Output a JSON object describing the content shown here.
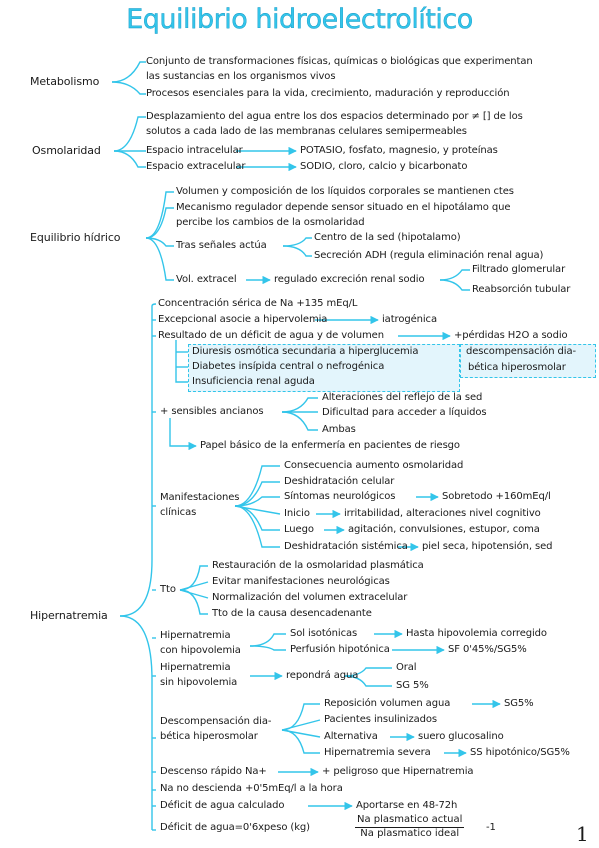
{
  "title": "Equilibrio hidroelectrolítico",
  "page_number": "1",
  "colors": {
    "accent": "#33c5ea",
    "text": "#1a1a1a",
    "highlight": "#e3f5fc"
  },
  "metabolismo": {
    "label": "Metabolismo",
    "def1": "Conjunto de transformaciones físicas, químicas o biológicas que experimentan",
    "def1b": "las sustancias en los organismos vivos",
    "def2": "Procesos esenciales para la vida, crecimiento, maduración y reproducción"
  },
  "osmolaridad": {
    "label": "Osmolaridad",
    "def1": "Desplazamiento del agua entre los dos espacios determinado por ≠ [] de los",
    "def1b": "solutos a cada lado de las membranas celulares semipermeables",
    "intra": "Espacio intracelular",
    "intra_val": "POTASIO, fosfato, magnesio, y proteínas",
    "extra": "Espacio extracelular",
    "extra_val": "SODIO, cloro, calcio y bicarbonato"
  },
  "equilibrio": {
    "label": "Equilibrio hídrico",
    "l1": "Volumen y composición de los líquidos corporales se mantienen ctes",
    "l2": "Mecanismo regulador depende sensor situado en el hipotálamo que",
    "l2b": "percibe los cambios de la osmolaridad",
    "l3": "Tras señales actúa",
    "l3a": "Centro de la sed (hipotalamo)",
    "l3b": "Secreción ADH (regula eliminación renal agua)",
    "l4": "Vol. extracel",
    "l4a": "regulado excreción renal sodio",
    "l4b1": "Filtrado glomerular",
    "l4b2": "Reabsorción tubular"
  },
  "hiper": {
    "label": "Hipernatremia",
    "conc": "Concentración sérica de Na +135 mEq/L",
    "excep": "Excepcional asocie a hipervolemia",
    "iatro": "iatrogénica",
    "result": "Resultado de un déficit de agua y de volumen",
    "perd": "+pérdidas H2O a sodio",
    "box1": "Diuresis osmótica secundaria a hiperglucemia",
    "box2": "Diabetes insípida central o nefrogénica",
    "box3": "Insuficiencia renal aguda",
    "box4": "descompensación dia-",
    "box4b": "bética hiperosmolar",
    "sens": "+ sensibles ancianos",
    "sens1": "Alteraciones del reflejo de la sed",
    "sens2": "Dificultad para acceder a líquidos",
    "sens3": "Ambas",
    "papel": "Papel básico de la enfermería en pacientes de riesgo",
    "manif": "Manifestaciones",
    "manifb": "clínicas",
    "m1": "Consecuencia aumento osmolaridad",
    "m2": "Deshidratación celular",
    "m3": "Síntomas neurológicos",
    "m3v": "Sobretodo +160mEq/l",
    "m4": "Inicio",
    "m4v": "irritabilidad, alteraciones nivel cognitivo",
    "m5": "Luego",
    "m5v": "agitación, convulsiones, estupor, coma",
    "m6": "Deshidratación sistémica",
    "m6v": "piel seca, hipotensión, sed",
    "tto": "Tto",
    "t1": "Restauración de la osmolaridad plasmática",
    "t2": "Evitar manifestaciones neurológicas",
    "t3": "Normalización del volumen extracelular",
    "t4": "Tto de la causa desencadenante",
    "hcon": "Hipernatremia",
    "hconb": "con hipovolemia",
    "sol": "Sol isotónicas",
    "solv": "Hasta hipovolemia corregido",
    "perf": "Perfusión hipotónica",
    "perfv": "SF 0'45%/SG5%",
    "hsin": "Hipernatremia",
    "hsinb": "sin hipovolemia",
    "repon": "repondrá agua",
    "oral": "Oral",
    "sg": "SG 5%",
    "desc": "Descompensación dia-",
    "descb": "bética hiperosmolar",
    "d1": "Reposición volumen agua",
    "d1v": "SG5%",
    "d2": "Pacientes insulinizados",
    "d3": "Alternativa",
    "d3v": "suero glucosalino",
    "d4": "Hipernatremia severa",
    "d4v": "SS hipotónico/SG5%",
    "desr": "Descenso rápido Na+",
    "desrv": "+ peligroso que Hipernatremia",
    "nodes": "Na no descienda +0'5mEq/l a la hora",
    "defc": "Déficit de agua calculado",
    "defcv": "Aportarse en 48-72h",
    "form": "Déficit de agua=0'6xpeso (kg)",
    "num": "Na plasmatico actual",
    "den": "Na plasmatico ideal",
    "minus": "-1"
  }
}
